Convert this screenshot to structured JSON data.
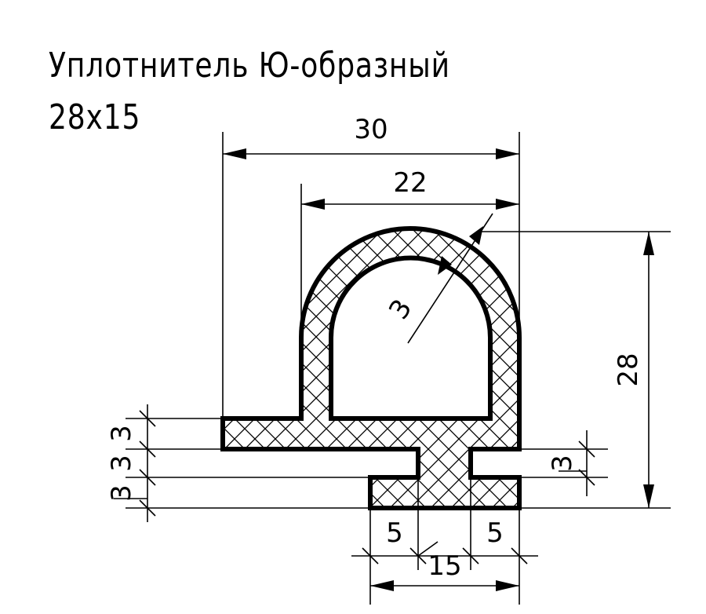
{
  "title": {
    "line1": "Уплотнитель Ю-образный",
    "line2": "28x15"
  },
  "dimensions": {
    "overall_width": "30",
    "bulb_width": "22",
    "wall_thickness": "3",
    "height": "28",
    "left_step_1": "3",
    "left_step_2": "3",
    "left_step_3": "3",
    "right_flange": "3",
    "bottom_left": "5",
    "bottom_right": "5",
    "bottom_total": "15"
  },
  "colors": {
    "line": "#000000",
    "background": "#ffffff"
  }
}
